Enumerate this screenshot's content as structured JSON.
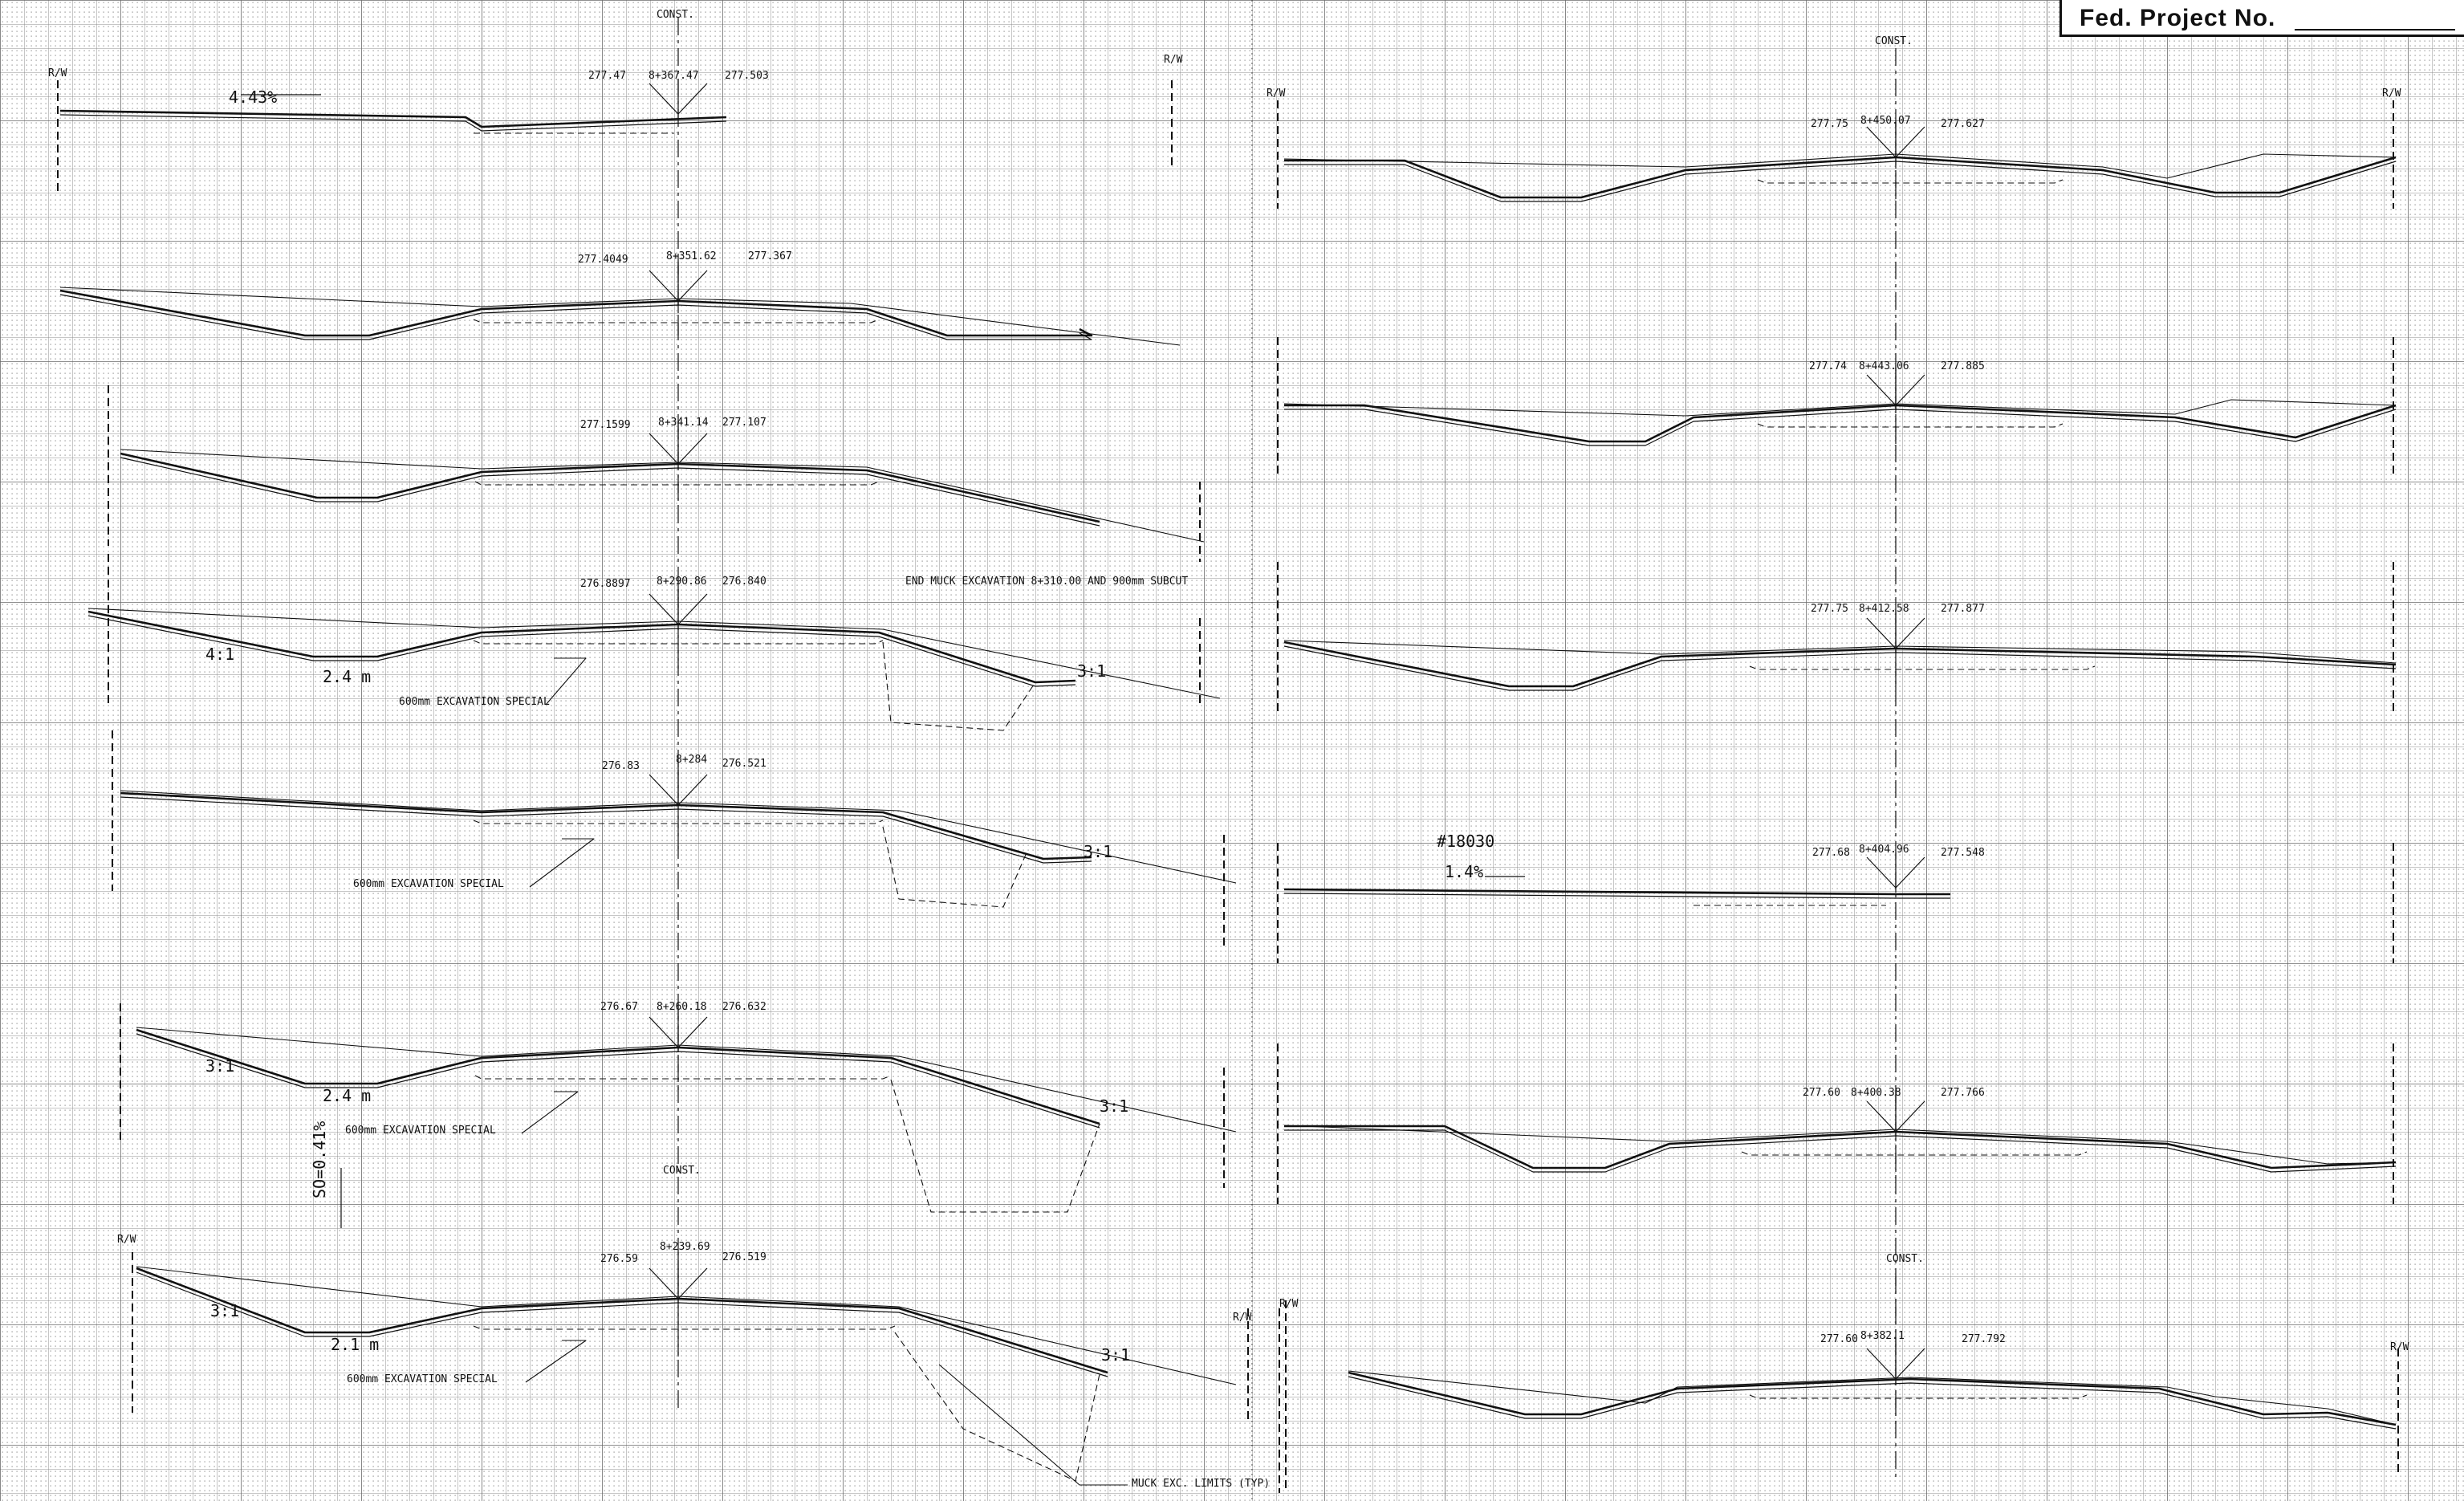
{
  "header": {
    "project_label": "Fed. Project No."
  },
  "right_of_way_label": "R/W",
  "const_label": "CONST.",
  "sections_left": [
    {
      "station": "8+367.47",
      "elev_left": "277.47",
      "elev_right": "277.503",
      "grade": "4.43%"
    },
    {
      "station": "8+351.62",
      "elev_left": "277.4049",
      "elev_right": "277.367"
    },
    {
      "station": "8+341.14",
      "elev_left": "277.1599",
      "elev_right": "277.107"
    },
    {
      "station": "8+290.86",
      "elev_left": "276.8897",
      "elev_right": "276.840",
      "note": "600mm EXCAVATION SPECIAL",
      "slope_left": "4:1",
      "slope_right": "3:1",
      "ditch_width": "2.4 m"
    },
    {
      "station": "8+284",
      "elev_left": "276.83",
      "elev_right": "276.521",
      "note": "600mm EXCAVATION SPECIAL",
      "slope_right": "3:1"
    },
    {
      "station": "8+260.18",
      "elev_left": "276.67",
      "elev_right": "276.632",
      "note": "600mm EXCAVATION SPECIAL",
      "slope_left": "3:1",
      "slope_right": "3:1",
      "ditch_width": "2.4 m"
    },
    {
      "station": "8+239.69",
      "elev_left": "276.59",
      "elev_right": "276.519",
      "note": "600mm EXCAVATION SPECIAL",
      "slope_left": "3:1",
      "slope_right": "3:1",
      "ditch_width": "2.1 m"
    }
  ],
  "sections_right": [
    {
      "station": "8+450.07",
      "elev_left": "277.75",
      "elev_right": "277.627"
    },
    {
      "station": "8+443.06",
      "elev_left": "277.74",
      "elev_right": "277.885"
    },
    {
      "station": "8+412.58",
      "elev_left": "277.75",
      "elev_right": "277.877"
    },
    {
      "station": "8+404.96",
      "elev_left": "277.68",
      "elev_right": "277.548",
      "grade": "1.4%",
      "tag": "#18030"
    },
    {
      "station": "8+400.38",
      "elev_left": "277.60",
      "elev_right": "277.766"
    },
    {
      "station": "8+382.1",
      "elev_left": "277.60",
      "elev_right": "277.792"
    }
  ],
  "notes": {
    "end_muck": "END MUCK EXCAVATION 8+310.00 AND 900mm SUBCUT",
    "muck_limits": "MUCK EXC. LIMITS (TYP)",
    "superelevation": "SO=0.41%"
  }
}
